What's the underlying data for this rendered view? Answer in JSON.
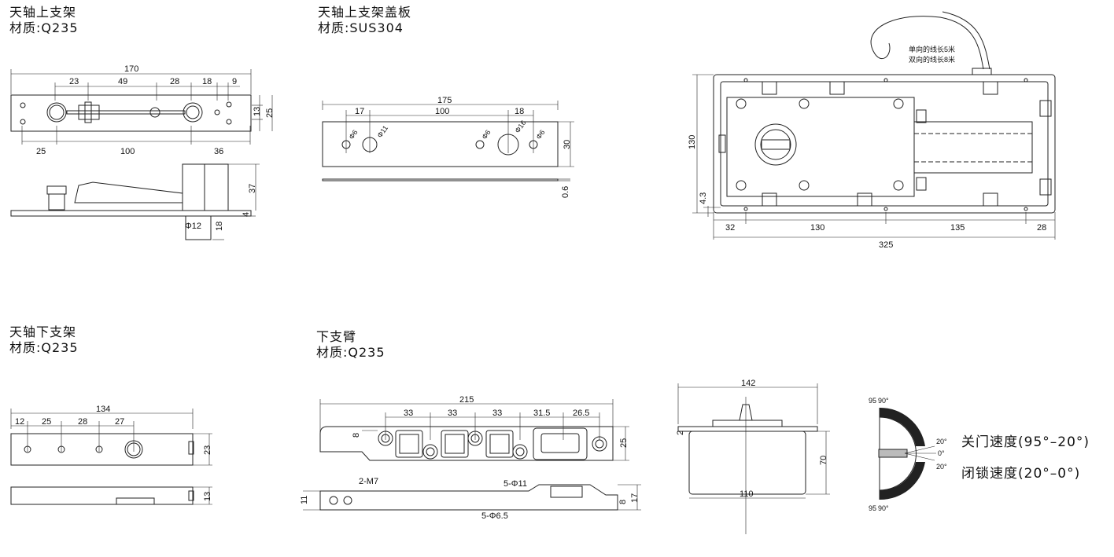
{
  "parts": {
    "upper_bracket": {
      "name": "天轴上支架",
      "material": "材质:Q235"
    },
    "upper_cover": {
      "name": "天轴上支架盖板",
      "material": "材质:SUS304"
    },
    "lower_bracket": {
      "name": "天轴下支架",
      "material": "材质:Q235"
    },
    "lower_arm": {
      "name": "下支臂",
      "material": "材质:Q235"
    }
  },
  "dims": {
    "ub": {
      "overall": "170",
      "a": "23",
      "b": "49",
      "c": "28",
      "d": "18",
      "e": "9",
      "h1": "13",
      "h2": "25",
      "bot1": "25",
      "bot2": "100",
      "bot3": "36",
      "side_h": "37",
      "side_t": "4",
      "pin_d": "Φ12",
      "pin_l": "18"
    },
    "uc": {
      "overall": "175",
      "a": "17",
      "b": "100",
      "c": "18",
      "h": "30",
      "t": "0.6",
      "hole6a": "Φ6",
      "hole11": "Φ11",
      "hole6b": "Φ6",
      "hole16": "Φ16",
      "hole6c": "Φ6"
    },
    "lb": {
      "overall": "134",
      "a": "12",
      "b": "25",
      "c": "28",
      "d": "27",
      "h": "23",
      "t": "13"
    },
    "la": {
      "overall": "215",
      "a": "33",
      "b": "33",
      "c": "33",
      "d": "31.5",
      "e": "26.5",
      "off": "8",
      "h": "25",
      "m7": "2-M7",
      "h11": "5-Φ11",
      "h65": "5-Φ6.5",
      "t1": "11",
      "t2": "8",
      "t3": "17"
    },
    "top": {
      "h": "130",
      "off": "4.3",
      "w1": "32",
      "w2": "130",
      "w3": "135",
      "w4": "28",
      "total": "325",
      "cable1": "单向的线长5米",
      "cable2": "双向的线长8米"
    },
    "side": {
      "w": "142",
      "t": "2",
      "h": "70",
      "inner": "110"
    },
    "angle": {
      "a1": "95",
      "a2": "90°",
      "a3": "20°",
      "a4": "0°",
      "a5": "20°",
      "a6": "95",
      "a7": "90°"
    }
  },
  "legend": {
    "close_speed": "关门速度(95°–20°)",
    "lock_speed": "闭锁速度(20°–0°)"
  }
}
